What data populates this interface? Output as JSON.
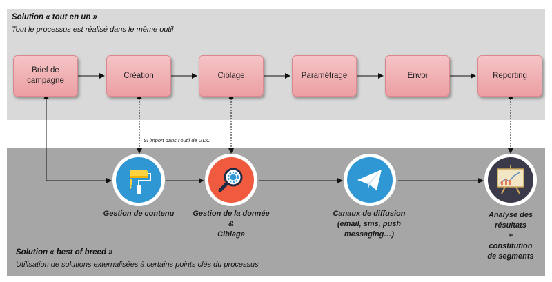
{
  "top": {
    "title": "Solution « tout en un »",
    "subtitle": "Tout le processus est réalisé dans le même outil",
    "steps": [
      {
        "line1": "Brief de",
        "line2": "campagne"
      },
      {
        "line1": "Création",
        "line2": ""
      },
      {
        "line1": "Ciblage",
        "line2": ""
      },
      {
        "line1": "Paramétrage",
        "line2": ""
      },
      {
        "line1": "Envoi",
        "line2": ""
      },
      {
        "line1": "Reporting",
        "line2": ""
      }
    ]
  },
  "note": "Si import dans l’outil de GDC",
  "bottom": {
    "title": "Solution « best of breed »",
    "subtitle": "Utilisation de solutions externalisées à certains points clés du processus",
    "tools": [
      {
        "lines": [
          "Gestion de contenu"
        ],
        "icon": "paint-roller-icon",
        "color": "#2f97d4"
      },
      {
        "lines": [
          "Gestion de la donnée",
          "&",
          "Ciblage"
        ],
        "icon": "magnifier-gear-icon",
        "color": "#f05a3f"
      },
      {
        "lines": [
          "Canaux de diffusion",
          "(email, sms, push",
          "messaging…)"
        ],
        "icon": "paper-plane-icon",
        "color": "#2f97d4"
      },
      {
        "lines": [
          "Analyse des",
          "résultats",
          "+",
          "constitution",
          "de segments"
        ],
        "icon": "presentation-chart-icon",
        "color": "#3a3a4a"
      }
    ]
  }
}
